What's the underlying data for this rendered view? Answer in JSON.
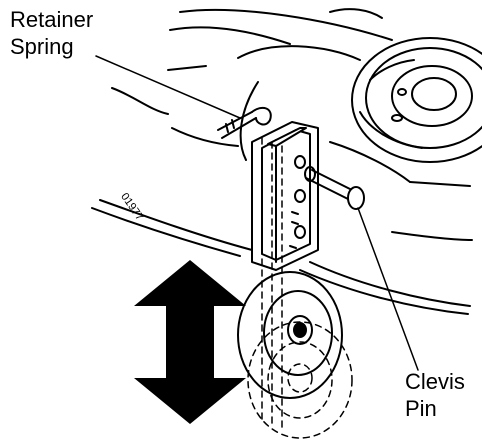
{
  "labels": {
    "retainer_spring": {
      "line1": "Retainer",
      "line2": "Spring"
    },
    "clevis_pin": {
      "line1": "Clevis",
      "line2": "Pin"
    },
    "figure_number": "01977"
  }
}
